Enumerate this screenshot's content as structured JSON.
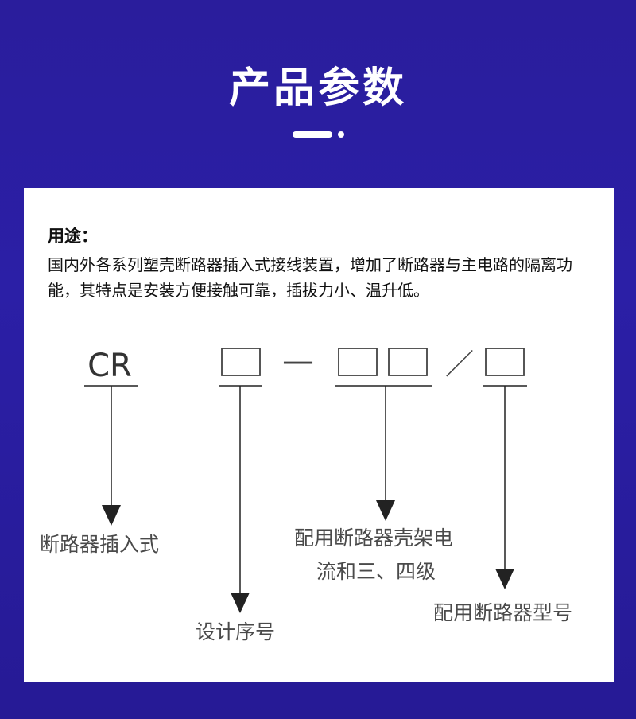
{
  "header": {
    "title": "产品参数"
  },
  "usage": {
    "heading": "用途：",
    "body": "国内外各系列塑壳断路器插入式接线装置，增加了断路器与主电路的隔离功能，其特点是安装方便接触可靠，插拔力小、温升低。"
  },
  "diagram": {
    "code_prefix": "CR",
    "separator_dash": "—",
    "separator_slash": "／",
    "labels": {
      "insert_type": "断路器插入式",
      "design_seq": "设计序号",
      "frame_current_line1": "配用断路器壳架电",
      "frame_current_line2": "流和三、四级",
      "model": "配用断路器型号"
    }
  }
}
